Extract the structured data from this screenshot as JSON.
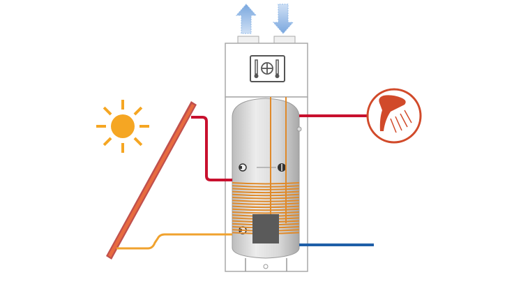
{
  "diagram": {
    "components": {
      "sun": "sun-icon",
      "solar_panel": "solar-panel",
      "heat_pump_unit": "heat-pump-unit",
      "control_panel": "thermostat-fan-icon",
      "storage_tank": "storage-tank",
      "heating_coil": "solar-heat-exchanger-coil",
      "heating_element": "electric-heating-element",
      "shower": "shower-head-icon"
    },
    "airflow": [
      "air-outlet-arrow",
      "air-inlet-arrow"
    ],
    "pipes": [
      "solar-hot-pipe",
      "solar-return-pipe",
      "hot-water-outlet-pipe",
      "cold-water-inlet-pipe"
    ],
    "colors": {
      "hot": "#c8102e",
      "cold": "#1f5fa8",
      "solar_loop": "#f0a22e",
      "sun": "#f5a623",
      "panel_frame": "#c0504d",
      "panel_glass": "#e86b3f",
      "coil": "#e08a2a",
      "tank": "#d4d4d4",
      "airflow": "#8fb8e8",
      "unit_outline": "#a9a9a9",
      "shower": "#d14a2a"
    }
  }
}
